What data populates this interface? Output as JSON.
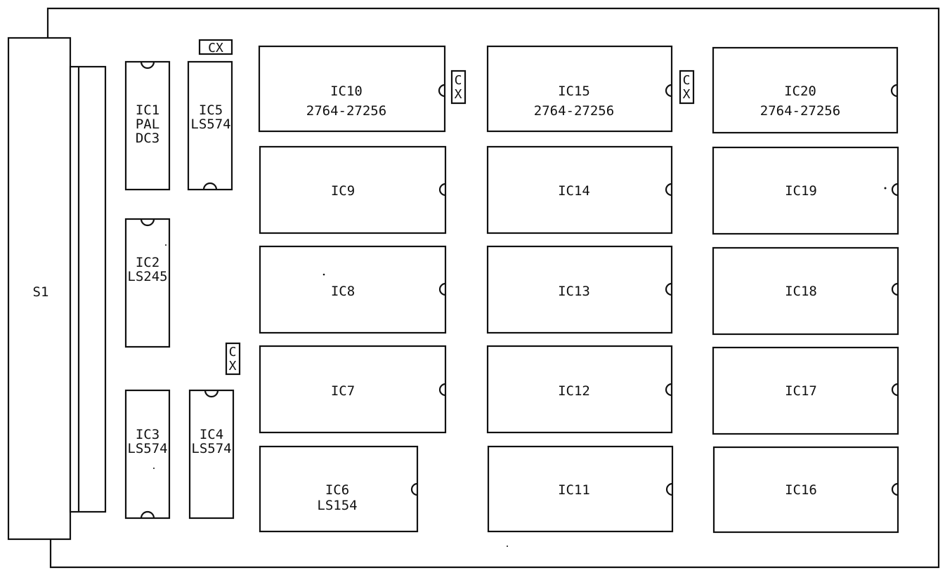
{
  "connector": {
    "label": "S1"
  },
  "small_chips": [
    {
      "id": "ic1",
      "lines": [
        "IC1",
        "PAL",
        "DC3"
      ]
    },
    {
      "id": "ic5",
      "lines": [
        "IC5",
        "LS574"
      ]
    },
    {
      "id": "ic2",
      "lines": [
        "IC2",
        "LS245"
      ]
    },
    {
      "id": "ic3",
      "lines": [
        "IC3",
        "LS574"
      ]
    },
    {
      "id": "ic4",
      "lines": [
        "IC4",
        "LS574"
      ]
    }
  ],
  "large_chips": [
    {
      "id": "ic10",
      "lines": [
        "IC10",
        "2764-27256"
      ]
    },
    {
      "id": "ic15",
      "lines": [
        "IC15",
        "2764-27256"
      ]
    },
    {
      "id": "ic20",
      "lines": [
        "IC20",
        "2764-27256"
      ]
    },
    {
      "id": "ic9",
      "lines": [
        "IC9"
      ]
    },
    {
      "id": "ic14",
      "lines": [
        "IC14"
      ]
    },
    {
      "id": "ic19",
      "lines": [
        "IC19"
      ]
    },
    {
      "id": "ic8",
      "lines": [
        "IC8"
      ]
    },
    {
      "id": "ic13",
      "lines": [
        "IC13"
      ]
    },
    {
      "id": "ic18",
      "lines": [
        "IC18"
      ]
    },
    {
      "id": "ic7",
      "lines": [
        "IC7"
      ]
    },
    {
      "id": "ic12",
      "lines": [
        "IC12"
      ]
    },
    {
      "id": "ic17",
      "lines": [
        "IC17"
      ]
    },
    {
      "id": "ic6",
      "lines": [
        "IC6",
        "LS154"
      ]
    },
    {
      "id": "ic11",
      "lines": [
        "IC11"
      ]
    },
    {
      "id": "ic16",
      "lines": [
        "IC16"
      ]
    }
  ],
  "capacitors": [
    {
      "id": "cx-top",
      "label": "CX"
    },
    {
      "id": "cx-ic10",
      "label": "CX"
    },
    {
      "id": "cx-ic15",
      "label": "CX"
    },
    {
      "id": "cx-mid",
      "label": "CX"
    }
  ]
}
